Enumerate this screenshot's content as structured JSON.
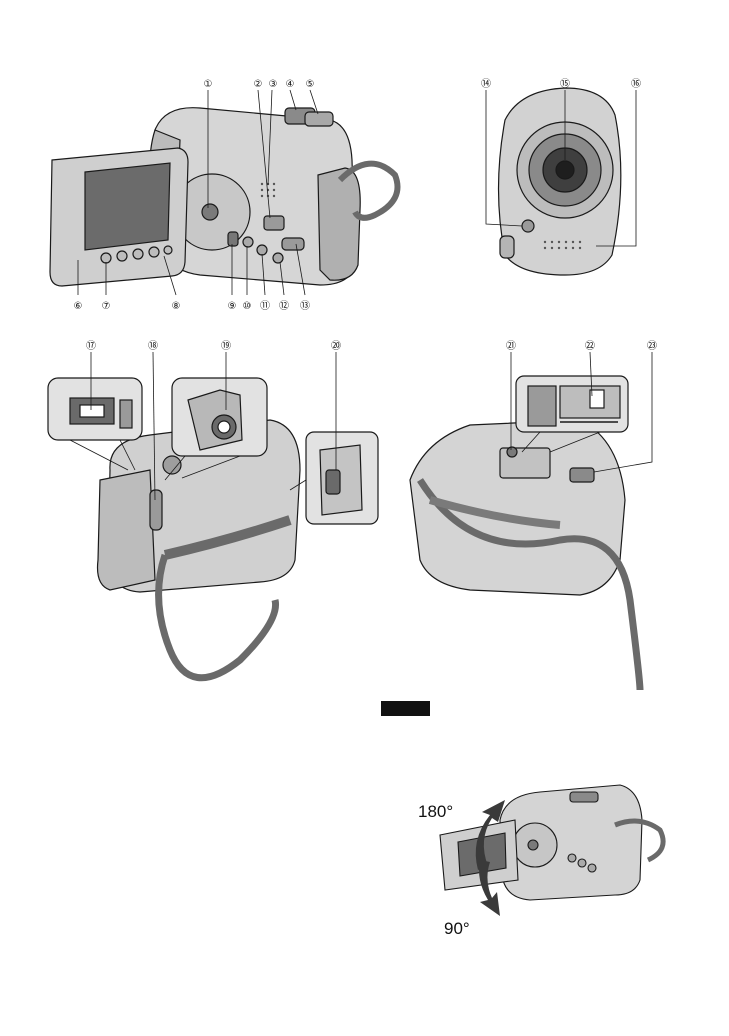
{
  "callouts": {
    "c1": "①",
    "c2": "②",
    "c3": "③",
    "c4": "④",
    "c5": "⑤",
    "c6": "⑥",
    "c7": "⑦",
    "c8": "⑧",
    "c9": "⑨",
    "c10": "⑩",
    "c11": "⑪",
    "c12": "⑫",
    "c13": "⑬",
    "c14": "⑭",
    "c15": "⑮",
    "c16": "⑯",
    "c17": "⑰",
    "c18": "⑱",
    "c19": "⑲",
    "c20": "⑳",
    "c21": "㉑",
    "c22": "㉒",
    "c23": "㉓"
  },
  "rotation": {
    "open_angle": "180°",
    "down_angle": "90°"
  },
  "colors": {
    "body": "#cfcfcf",
    "dark": "#5a5a5a",
    "line": "#1a1a1a",
    "screen": "#6b6b6b"
  }
}
